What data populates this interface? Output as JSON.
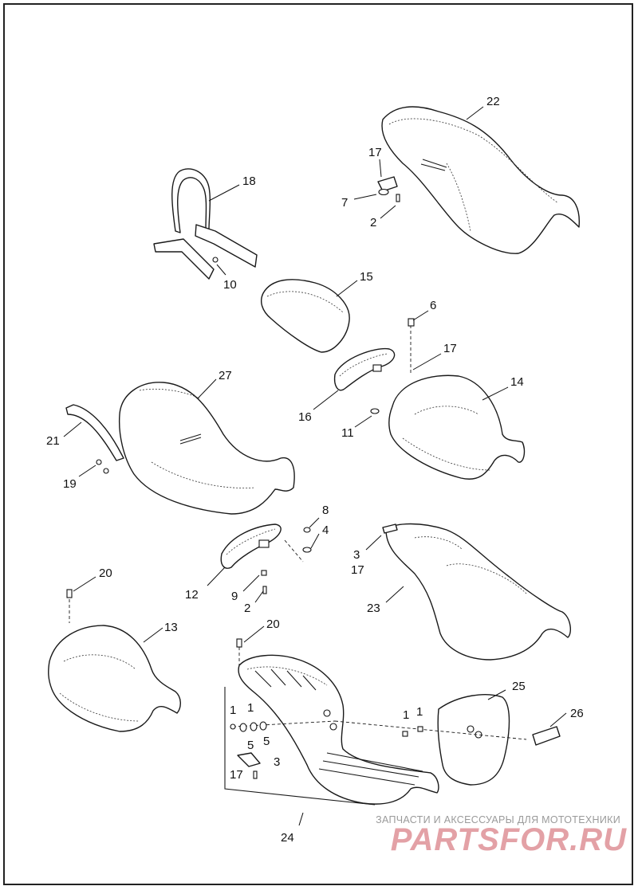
{
  "labels": {
    "l1a": "1",
    "l1b": "1",
    "l1c": "1",
    "l1d": "1",
    "l2a": "2",
    "l2b": "2",
    "l3a": "3",
    "l3b": "3",
    "l4": "4",
    "l5a": "5",
    "l5b": "5",
    "l6": "6",
    "l7": "7",
    "l8": "8",
    "l9": "9",
    "l10": "10",
    "l11": "11",
    "l12": "12",
    "l13": "13",
    "l14": "14",
    "l15": "15",
    "l16": "16",
    "l17a": "17",
    "l17b": "17",
    "l17c": "17",
    "l17d": "17",
    "l18": "18",
    "l19": "19",
    "l20a": "20",
    "l20b": "20",
    "l21": "21",
    "l22": "22",
    "l23": "23",
    "l24": "24",
    "l25": "25",
    "l26": "26",
    "l27": "27"
  },
  "watermark": {
    "line1": "ЗАПЧАСТИ И АКСЕССУАРЫ ДЛЯ МОТОТЕХНИКИ",
    "line2": "PARTSFOR.RU"
  }
}
